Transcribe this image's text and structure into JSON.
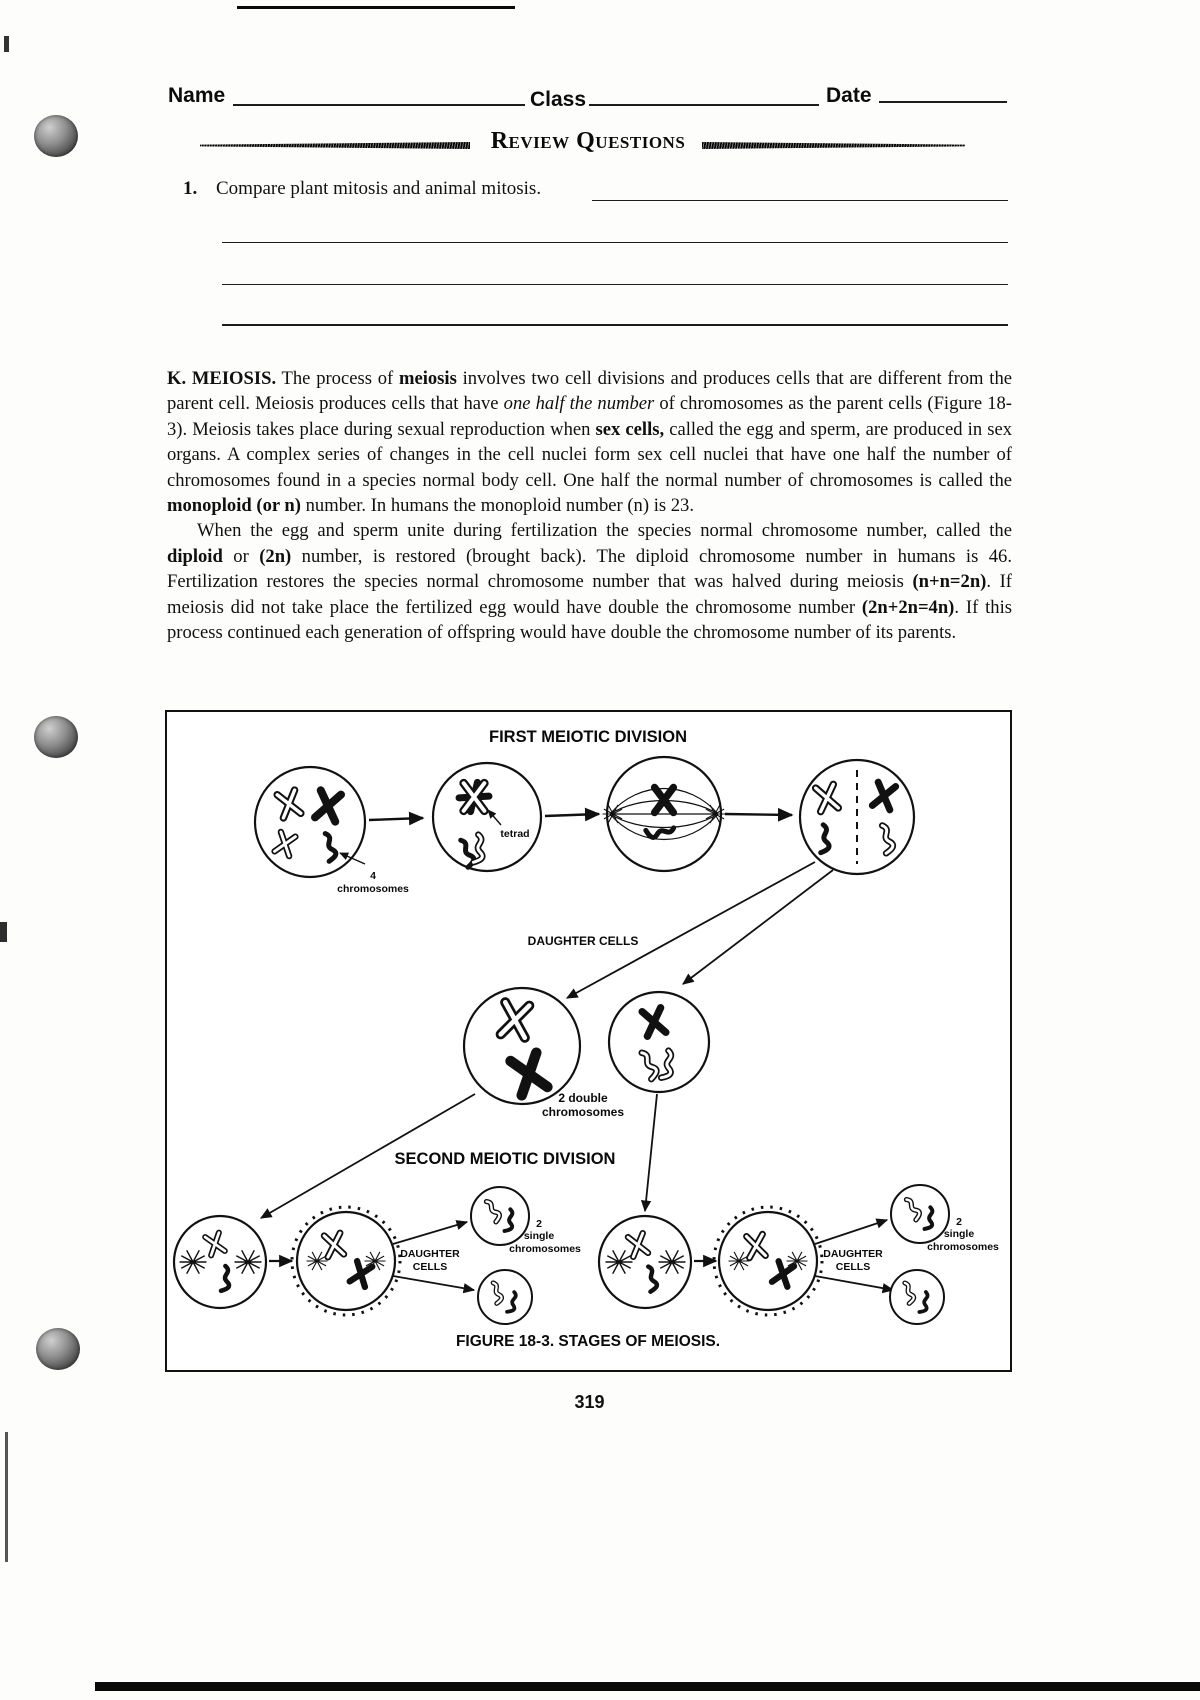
{
  "header": {
    "name_label": "Name",
    "class_label": "Class",
    "date_label": "Date"
  },
  "review": {
    "title": "Review Questions",
    "q1": {
      "number": "1.",
      "text": "Compare plant mitosis and animal mitosis."
    }
  },
  "section_k": {
    "para1": [
      {
        "t": "K.   MEIOSIS.",
        "b": true
      },
      {
        "t": "   The process of "
      },
      {
        "t": "meiosis",
        "b": true
      },
      {
        "t": " involves two cell divisions and produces cells that are different from the parent cell.  Meiosis produces cells that have "
      },
      {
        "t": "one half the number",
        "i": true
      },
      {
        "t": " of chromosomes as the parent cells (Figure 18-3).  Meiosis takes place during sexual reproduction when "
      },
      {
        "t": "sex cells,",
        "b": true
      },
      {
        "t": " called the egg and sperm, are produced in sex organs.  A complex series of changes in the cell nuclei form sex cell nuclei that have one half the number of chromosomes found in a species normal body cell.  One half the normal number of chromosomes is called the "
      },
      {
        "t": "monoploid (or n)",
        "b": true
      },
      {
        "t": " number.  In humans the monoploid number (n) is 23."
      }
    ],
    "para2": [
      {
        "t": "When the egg and sperm unite during fertilization the species normal chromosome number, called the "
      },
      {
        "t": "diploid",
        "b": true
      },
      {
        "t": " or "
      },
      {
        "t": "(2n)",
        "b": true
      },
      {
        "t": " number, is restored (brought back).  The diploid chromosome number in humans is 46.  Fertilization restores the species normal chromosome number that was  halved during meiosis "
      },
      {
        "t": "(n+n=2n)",
        "b": true
      },
      {
        "t": ".  If meiosis did not take place the fertilized egg would have double the chromosome number "
      },
      {
        "t": "(2n+2n=4n)",
        "b": true
      },
      {
        "t": ".  If this process continued each generation of offspring would have double the chromosome number of its parents."
      }
    ]
  },
  "figure": {
    "first_division_title": "FIRST MEIOTIC DIVISION",
    "second_division_title": "SECOND MEIOTIC DIVISION",
    "caption": "FIGURE 18-3.  STAGES OF MEIOSIS.",
    "labels": {
      "four": "4",
      "chromosomes": "chromosomes",
      "tetrad": "tetrad",
      "daughter_cells": "DAUGHTER CELLS",
      "two_double_line1": "2 double",
      "two_double_line2": "chromosomes",
      "daughter_line1": "DAUGHTER",
      "daughter_line2": "CELLS",
      "two": "2",
      "single": "single",
      "single_chromosomes": "chromosomes"
    }
  },
  "page_number": "319"
}
